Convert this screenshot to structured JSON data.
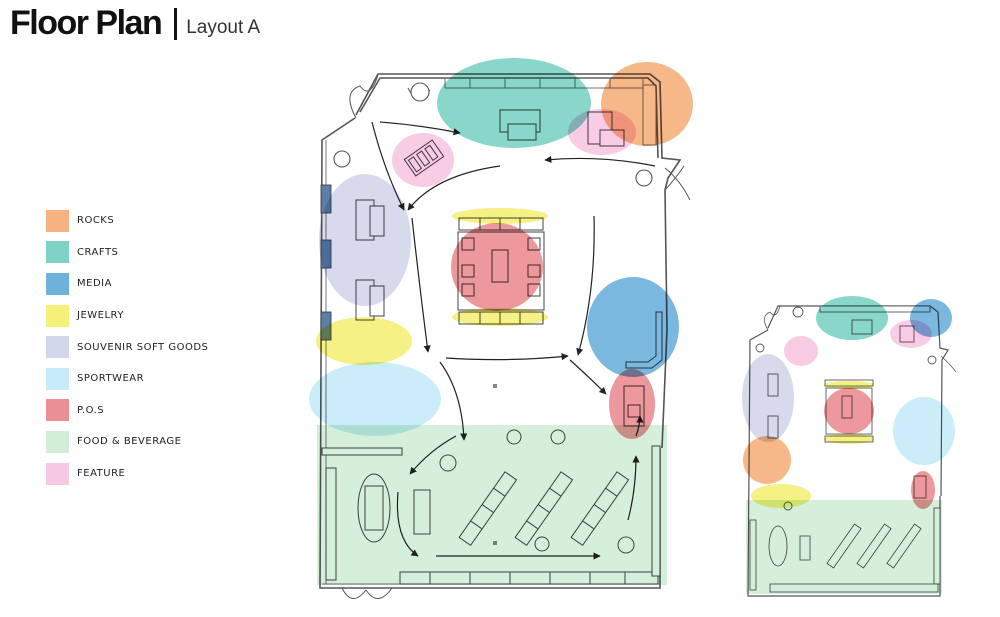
{
  "header": {
    "title": "Floor Plan",
    "subtitle": "Layout A"
  },
  "legend": [
    {
      "label": "ROCKS",
      "color": "#f6b27f"
    },
    {
      "label": "CRAFTS",
      "color": "#7fd2c6"
    },
    {
      "label": "MEDIA",
      "color": "#6fb2dc"
    },
    {
      "label": "JEWELRY",
      "color": "#f5f07a"
    },
    {
      "label": "SOUVENIR SOFT GOODS",
      "color": "#d3d7ea"
    },
    {
      "label": "SPORTWEAR",
      "color": "#c7ebf8"
    },
    {
      "label": "P.O.S",
      "color": "#ea8f94"
    },
    {
      "label": "FOOD & BEVERAGE",
      "color": "#d3eed7"
    },
    {
      "label": "FEATURE",
      "color": "#f7c8e3"
    }
  ]
}
